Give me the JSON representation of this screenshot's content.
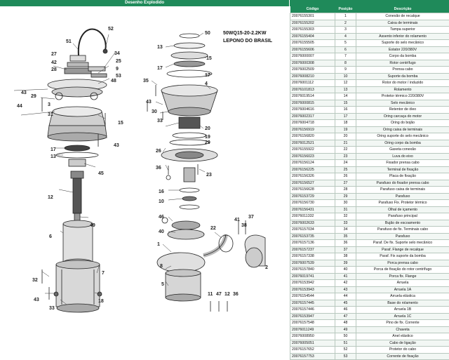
{
  "header": {
    "title": "Desenho Explodido"
  },
  "model": {
    "line1": "50WQ15-20-2.2KW",
    "line2": "LEPONO DO BRASIL"
  },
  "table": {
    "columns": [
      "Código",
      "Posição",
      "Descrição"
    ],
    "rows": [
      [
        "20076155301",
        "1",
        "Conexão de recalque"
      ],
      [
        "20076155202",
        "2",
        "Caixa de terminais"
      ],
      [
        "20076155303",
        "3",
        "Tampa superior"
      ],
      [
        "20076155404",
        "4",
        "Assento inferior do rolamento"
      ],
      [
        "20076155505",
        "5",
        "Suporte do selo mecânico"
      ],
      [
        "20076155606",
        "6",
        "Estator 220/380V"
      ],
      [
        "20076000007",
        "7",
        "Corpo da bomba"
      ],
      [
        "20076000308",
        "8",
        "Rotor centrífugo"
      ],
      [
        "20076002509",
        "9",
        "Prensa cabo"
      ],
      [
        "20076008210",
        "10",
        "Suporte da bomba"
      ],
      [
        "20076001112",
        "12",
        "Rotor do motor / induzido"
      ],
      [
        "20076101813",
        "13",
        "Rolamento"
      ],
      [
        "20076019514",
        "14",
        "Protetor térmico 220/380V"
      ],
      [
        "20076000815",
        "15",
        "Selo mecânico"
      ],
      [
        "20076004616",
        "16",
        "Retentor de óleo"
      ],
      [
        "20076002317",
        "17",
        "Oring carcaça do motor"
      ],
      [
        "20076004718",
        "18",
        "Oring do bojão"
      ],
      [
        "20076156919",
        "19",
        "Oring caixa de terminais"
      ],
      [
        "20076156820",
        "20",
        "Oring suporte do selo mecânico"
      ],
      [
        "20076012521",
        "21",
        "Oring corpo da bomba"
      ],
      [
        "20076155922",
        "22",
        "Gaxeta conexão"
      ],
      [
        "20076156023",
        "23",
        "Luva do eixo"
      ],
      [
        "20076156124",
        "24",
        "Fixador prensa cabo"
      ],
      [
        "20076156225",
        "25",
        "Terminal de fixação"
      ],
      [
        "20076156326",
        "26",
        "Placa de fixação"
      ],
      [
        "20076156527",
        "27",
        "Parafuso do fixador prensa cabo"
      ],
      [
        "20076156628",
        "28",
        "Parafuso caixa de terminais"
      ],
      [
        "20076153729",
        "29",
        "Parafuso"
      ],
      [
        "20076156730",
        "30",
        "Parafuso Fix. Protetor térmico"
      ],
      [
        "20076156431",
        "31",
        "Olhal de içamento"
      ],
      [
        "20076011332",
        "32",
        "Parafuso principal"
      ],
      [
        "20076002633",
        "33",
        "Bujão de escoamento"
      ],
      [
        "20076157034",
        "34",
        "Parafuso de fix. Terminais cabo"
      ],
      [
        "20076153735",
        "35",
        "Parafuso"
      ],
      [
        "20076157136",
        "36",
        "Paraf. De fix. Suporte selo mecânico"
      ],
      [
        "20076157237",
        "37",
        "Paraf. Flange de recalque"
      ],
      [
        "20076157338",
        "38",
        "Paraf. Fix suporte da bomba"
      ],
      [
        "20076007539",
        "39",
        "Porca prensa cabo"
      ],
      [
        "20076157840",
        "40",
        "Porca de fixação do rotor centrífugo"
      ],
      [
        "20076019741",
        "41",
        "Porca fix. Flange"
      ],
      [
        "20076153942",
        "42",
        "Arruela"
      ],
      [
        "20076153943",
        "43",
        "Arruela 1A"
      ],
      [
        "20076154544",
        "44",
        "Arruela elástica"
      ],
      [
        "20076157445",
        "45",
        "Base do rolamento"
      ],
      [
        "20076157446",
        "46",
        "Arruela 1B"
      ],
      [
        "20076153947",
        "47",
        "Arruela 1C"
      ],
      [
        "20076157548",
        "48",
        "Pino de fix. Corrente"
      ],
      [
        "20076011249",
        "49",
        "Chaveta"
      ],
      [
        "20076008950",
        "50",
        "Anel elástico"
      ],
      [
        "20076005051",
        "51",
        "Cabo de ligação"
      ],
      [
        "20076157652",
        "52",
        "Protetor do cabo"
      ],
      [
        "20076157753",
        "53",
        "Corrente de fixação"
      ]
    ]
  },
  "callouts": {
    "left": [
      "51",
      "52",
      "34",
      "25",
      "9",
      "53",
      "48",
      "27",
      "42",
      "28",
      "29",
      "43",
      "44",
      "3",
      "31",
      "15",
      "43",
      "17",
      "13",
      "45",
      "12",
      "49",
      "6",
      "32",
      "7",
      "43",
      "18",
      "33"
    ],
    "right": [
      "50",
      "13",
      "15",
      "17",
      "35",
      "4",
      "43",
      "30",
      "33",
      "20",
      "19",
      "29",
      "26",
      "36",
      "23",
      "16",
      "10",
      "46",
      "40",
      "1",
      "22",
      "8",
      "5",
      "2",
      "37",
      "41",
      "38",
      "11",
      "47",
      "12",
      "36"
    ]
  }
}
